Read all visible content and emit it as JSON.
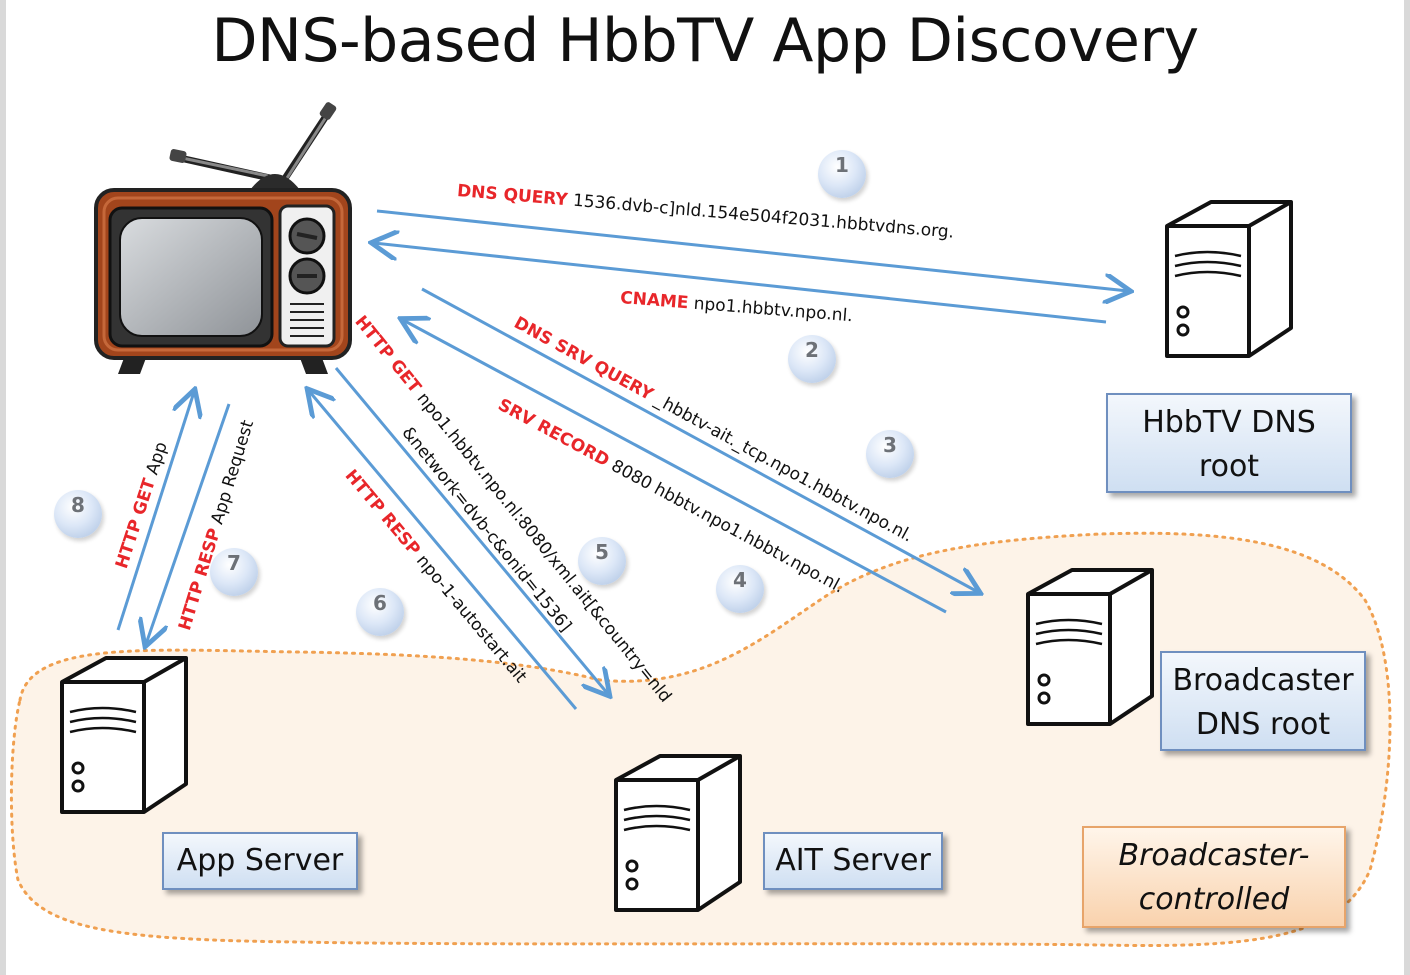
{
  "title": "DNS-based HbbTV App Discovery",
  "nodes": {
    "hbbtv_dns_root": [
      "HbbTV DNS",
      "root"
    ],
    "broadcaster_dns_root": [
      "Broadcaster",
      "DNS root"
    ],
    "app_server": [
      "App Server"
    ],
    "ait_server": [
      "AIT Server"
    ],
    "broadcaster_controlled": [
      "Broadcaster-",
      "controlled"
    ]
  },
  "messages": {
    "dns_query": {
      "keyword": "DNS QUERY",
      "text": " 1536.dvb-c]nld.154e504f2031.hbbtvdns.org."
    },
    "cname": {
      "keyword": "CNAME",
      "text": " npo1.hbbtv.npo.nl."
    },
    "dns_srv_query": {
      "keyword": "DNS SRV QUERY",
      "text": "  _hbbtv-ait._tcp.npo1.hbbtv.npo.nl."
    },
    "srv_record": {
      "keyword": "SRV RECORD",
      "text": " 8080 hbbtv.npo1.hbbtv.npo.nl."
    },
    "http_get_ait": {
      "keyword": "HTTP GET",
      "text": " npo1.hbbtv.npo.nl:8080/xml.ait[&country=nld",
      "text2": "&network=dvb-c&onid=1536]"
    },
    "http_resp_ait": {
      "keyword": "HTTP RESP",
      "text": " npo-1-autostart.ait"
    },
    "app_request": {
      "keyword": "HTTP RESP",
      "text": " App Request"
    },
    "app_get": {
      "keyword": "HTTP GET",
      "text": " App"
    }
  },
  "steps": [
    "1",
    "2",
    "3",
    "4",
    "5",
    "6",
    "7",
    "8"
  ],
  "colors": {
    "arrow": "#5b9bd5",
    "keyword": "#e8262a",
    "region_fill": "#fdf3e8",
    "region_border": "#f0a050",
    "tv_wood": "#a2451c"
  },
  "icons": [
    "tv-icon",
    "server-icon"
  ]
}
